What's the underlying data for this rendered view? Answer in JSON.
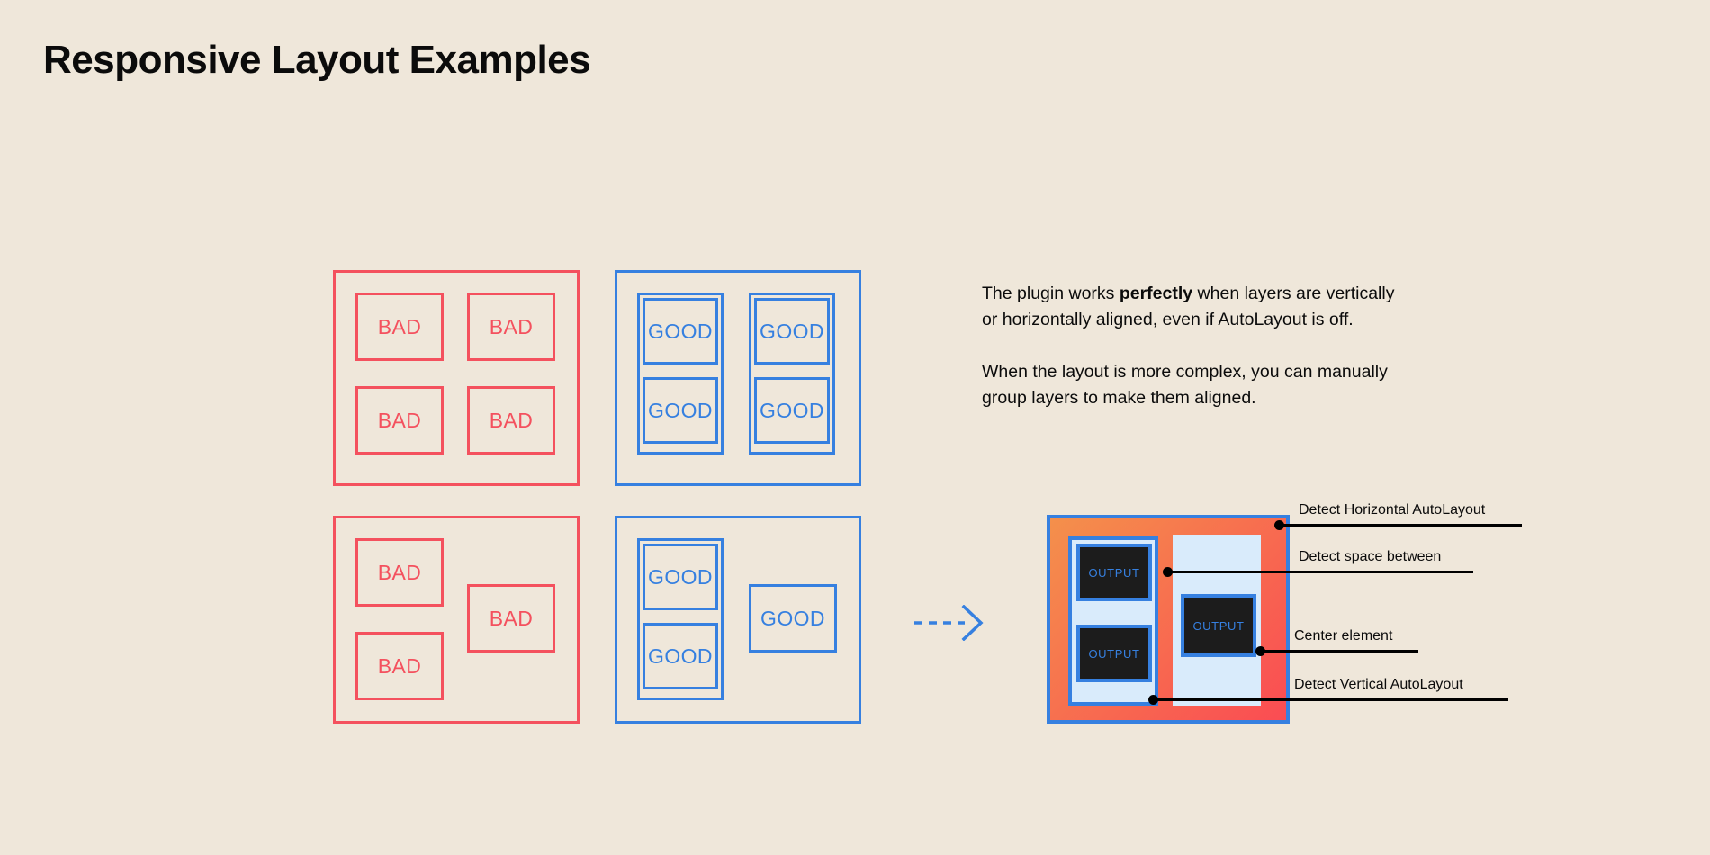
{
  "page": {
    "title": "Responsive Layout Examples",
    "background_color": "#EFE7DA",
    "bad_color": "#F4515E",
    "good_color": "#3680E0",
    "text_color": "#0B0B0B"
  },
  "examples": {
    "bad_grid": {
      "cells": [
        {
          "label": "BAD"
        },
        {
          "label": "BAD"
        },
        {
          "label": "BAD"
        },
        {
          "label": "BAD"
        }
      ]
    },
    "good_grid": {
      "cells": [
        {
          "label": "GOOD"
        },
        {
          "label": "GOOD"
        },
        {
          "label": "GOOD"
        },
        {
          "label": "GOOD"
        }
      ]
    },
    "bad_complex": {
      "cells": [
        {
          "label": "BAD"
        },
        {
          "label": "BAD"
        },
        {
          "label": "BAD"
        }
      ]
    },
    "good_complex": {
      "cells": [
        {
          "label": "GOOD"
        },
        {
          "label": "GOOD"
        },
        {
          "label": "GOOD"
        }
      ]
    }
  },
  "description": {
    "paragraph_1_a": "The plugin works ",
    "paragraph_1_bold": "perfectly",
    "paragraph_1_b": " when layers are vertically or horizontally aligned, even if AutoLayout is off.",
    "paragraph_2": "When the layout is more complex, you can manually group layers to make them aligned."
  },
  "output_diagram": {
    "boxes": [
      {
        "label": "OUTPUT"
      },
      {
        "label": "OUTPUT"
      },
      {
        "label": "OUTPUT"
      }
    ],
    "colors": {
      "border": "#3680E0",
      "gradient_start": "#F4904B",
      "gradient_end": "#FA4C53",
      "panel": "#D9EBFB",
      "box_fill": "#1C1C1C"
    }
  },
  "annotations": [
    {
      "label": "Detect Horizontal AutoLayout"
    },
    {
      "label": "Detect space between"
    },
    {
      "label": "Center element"
    },
    {
      "label": "Detect Vertical AutoLayout"
    }
  ]
}
